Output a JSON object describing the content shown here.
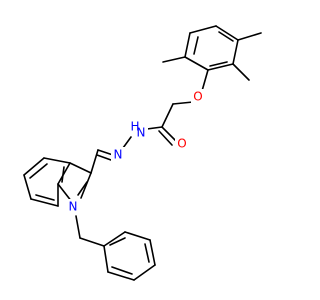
{
  "molecule": {
    "atoms": {
      "o_ether": "O",
      "o_carbonyl": "O",
      "n_amide": "N",
      "h_amide": "H",
      "n_imine": "N",
      "n_indole": "N"
    },
    "colors": {
      "bond": "#000000",
      "oxygen": "#ff0000",
      "nitrogen": "#0000ff"
    }
  }
}
